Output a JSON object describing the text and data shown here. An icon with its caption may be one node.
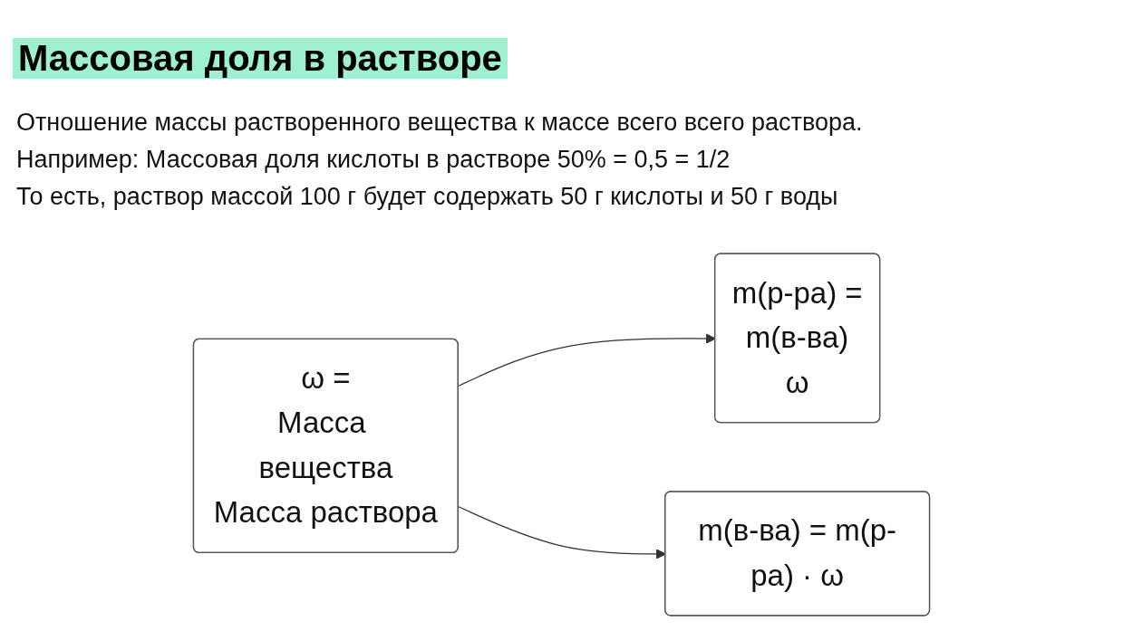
{
  "diagram": {
    "title": "Массовая доля в растворе",
    "nodes": [
      {
        "text": [
          "ω =",
          "Масса вещества",
          "Масса раствора"
        ]
      },
      {
        "text": [
          "m(р-ра) =",
          "m(в-ва)",
          "ω"
        ]
      },
      {
        "text": [
          "m(в-ва) = m(р-ра) · ω"
        ]
      }
    ],
    "edges": [
      {
        "from": 0,
        "to": 1,
        "arrow": "to"
      },
      {
        "from": 0,
        "to": 2,
        "arrow": "to"
      }
    ],
    "labels": [
      "Отношение массы растворенного вещества к массе всего всего раствора.",
      "Например: Массовая доля кислоты в растворе 50% = 0,5 = 1/2",
      "То есть, раствор массой 100 г будет содержать 50 г кислоты и 50 г воды"
    ]
  }
}
